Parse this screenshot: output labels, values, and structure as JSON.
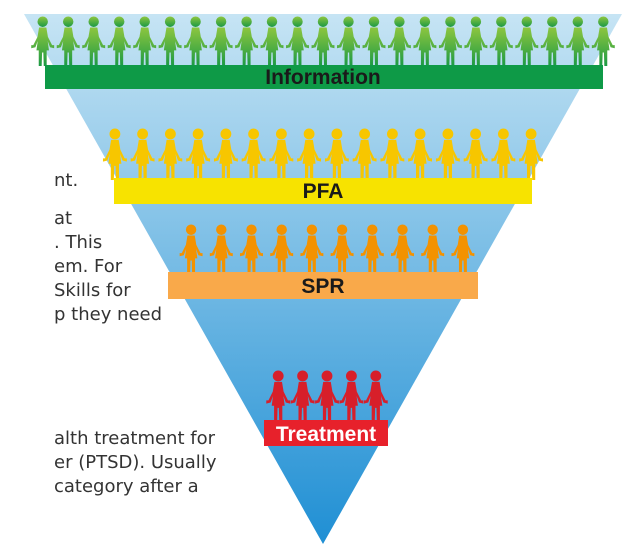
{
  "background_text": {
    "lines": [
      "nt.",
      "at",
      ". This",
      "em. For",
      "Skills for",
      "p they need",
      "alth treatment for",
      "er (PTSD). Usually",
      "category after a"
    ]
  },
  "pyramid": {
    "fill_top": "#c6e4f4",
    "fill_bottom": "#1f8fd4",
    "levels": [
      {
        "label": "Information",
        "band_color": "#0e9a47",
        "people_color": "#1c9a44",
        "people_color_top": "#8dc63f",
        "people_count": 23
      },
      {
        "label": "PFA",
        "band_color": "#f7e300",
        "people_color": "#f7c600",
        "people_count": 16
      },
      {
        "label": "SPR",
        "band_color": "#f9a94a",
        "people_color": "#f39200",
        "people_count": 10
      },
      {
        "label": "Treatment",
        "band_color": "#e7212b",
        "people_color": "#d71f2a",
        "people_count": 5
      }
    ]
  }
}
